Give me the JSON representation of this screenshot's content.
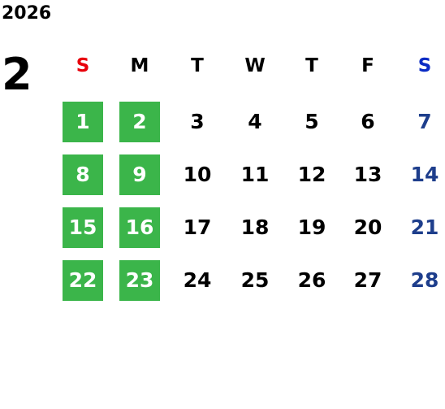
{
  "calendar": {
    "year": "2026",
    "month": "2",
    "weekdays": [
      "S",
      "M",
      "T",
      "W",
      "T",
      "F",
      "S"
    ],
    "weeks": [
      [
        "",
        "1",
        "2",
        "3",
        "4",
        "5",
        "6",
        "7"
      ],
      [
        "",
        "8",
        "9",
        "10",
        "11",
        "12",
        "13",
        "14"
      ],
      [
        "",
        "15",
        "16",
        "17",
        "18",
        "19",
        "20",
        "21"
      ],
      [
        "",
        "22",
        "23",
        "24",
        "25",
        "26",
        "27",
        "28"
      ]
    ],
    "highlighted_days": [
      "1",
      "2",
      "8",
      "9",
      "15",
      "16",
      "22",
      "23"
    ]
  },
  "colors": {
    "sunday_header": "#e8000b",
    "saturday_header": "#0a2bc4",
    "saturday_day": "#1e3e8c",
    "default_text": "#000000",
    "highlight_bg": "#3bb54a",
    "highlight_text": "#ffffff"
  }
}
